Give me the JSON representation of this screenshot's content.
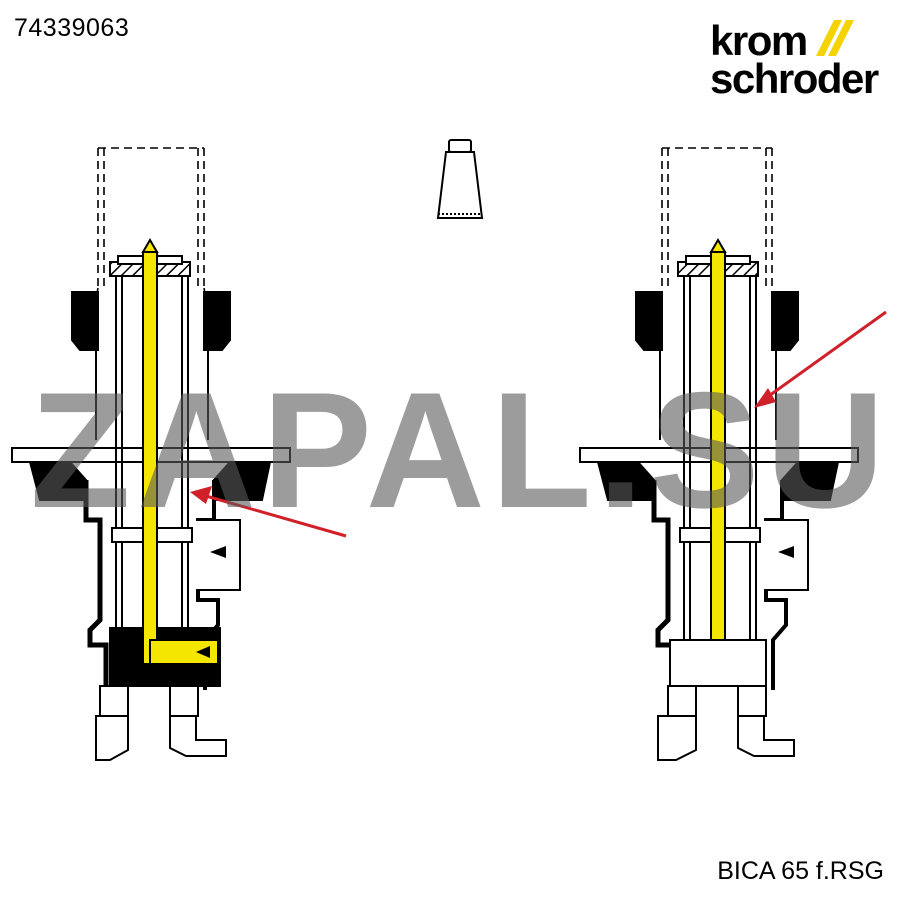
{
  "part_number": "74339063",
  "logo": {
    "line1": "krom",
    "line2": "schroder",
    "accent": "#f5d300"
  },
  "watermark": "ZAPAL.SU",
  "caption": "BICA 65 f.RSG",
  "colors": {
    "electrode_rod": "#f5e600",
    "arrow": "#d0202a",
    "ink": "#000000"
  },
  "icons": [
    "grease-tube-icon",
    "red-arrow-pointer"
  ]
}
